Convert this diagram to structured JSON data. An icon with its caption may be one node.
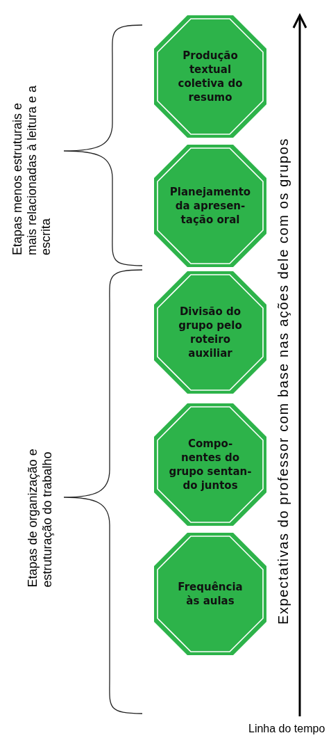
{
  "diagram": {
    "nodes": [
      {
        "text": [
          "Produção textual coletiva do resumo"
        ]
      },
      {
        "text": [
          "Planejamento da apresen- tação oral"
        ]
      },
      {
        "text": [
          "Divisão do grupo pelo roteiro auxiliar"
        ]
      },
      {
        "text": [
          "Compo- nentes do grupo sentan- do juntos"
        ]
      },
      {
        "text": [
          "Frequência às aulas"
        ]
      }
    ],
    "labels": [
      "Etapas menos estruturais e mais relacionadas à leitura e a escrita",
      "Etapas de organização e estruturação do trabalho",
      "Expectativas do professor com base nas ações dele com os grupos",
      "Linha do tempo"
    ]
  }
}
